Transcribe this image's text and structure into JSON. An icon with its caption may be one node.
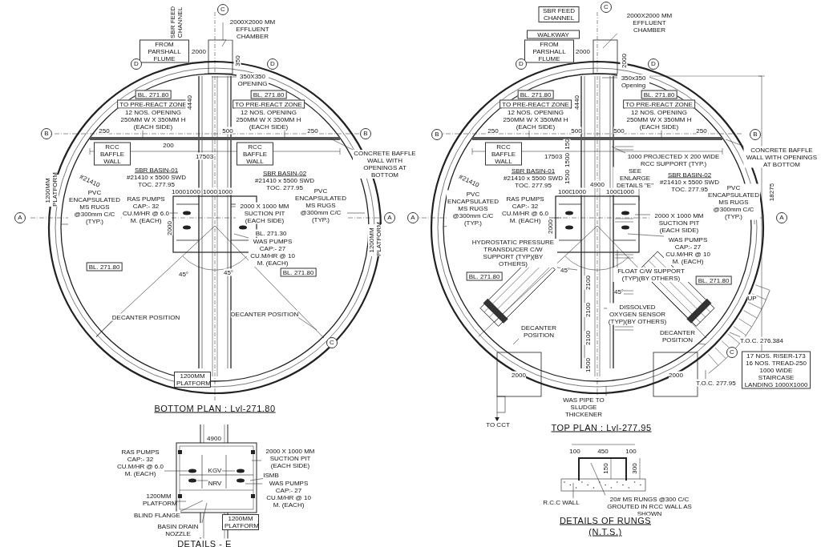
{
  "diagram": {
    "nodes": [
      {
        "text": [
          "2000X2000 MM EFFLUENT CHAMBER"
        ]
      },
      {
        "text": [
          "FROM PARSHALL FLUME"
        ]
      },
      {
        "text": [
          "350X350 OPENING"
        ]
      },
      {
        "text": [
          "BL. 271.80"
        ]
      },
      {
        "text": [
          "TO PRE-REACT ZONE"
        ]
      },
      {
        "text": [
          "12 NOS. OPENING 250MM W X 350MM H (EACH SIDE)"
        ]
      },
      {
        "text": [
          "BL. 271.80"
        ]
      },
      {
        "text": [
          "TO PRE-REACT ZONE"
        ]
      },
      {
        "text": [
          "12 NOS. OPENING 250MM W X 350MM H (EACH SIDE)"
        ]
      },
      {
        "text": [
          "RCC BAFFLE WALL"
        ]
      },
      {
        "text": [
          "RCC BAFFLE WALL"
        ]
      },
      {
        "text": [
          "CONCRETE BAFFLE WALL WITH OPENINGS AT BOTTOM"
        ]
      },
      {
        "text": [
          "PVC ENCAPSULATED MS RUGS @300mm C/C (TYP.)"
        ]
      },
      {
        "text": [
          "RAS PUMPS CAP:- 32 CU.M/HR @ 6.0 M. (EACH)"
        ]
      },
      {
        "text": [
          "PVC ENCAPSULATED MS RUGS @300mm C/C (TYP.)"
        ]
      },
      {
        "text": [
          "2000 X 1000 MM SUCTION PIT (EACH SIDE)"
        ]
      },
      {
        "text": [
          "WAS PUMPS CAP:- 27 CU.M/HR @ 10 M. (EACH)"
        ]
      },
      {
        "text": [
          "BL. 271.80"
        ]
      },
      {
        "text": [
          "BL. 271.80"
        ]
      },
      {
        "text": [
          "DECANTER POSITION"
        ]
      },
      {
        "text": [
          "DECANTER POSITION"
        ]
      },
      {
        "text": [
          "FROM PARSHALL FLUME"
        ]
      },
      {
        "text": [
          "2000X2000 MM EFFLUENT CHAMBER"
        ]
      },
      {
        "text": [
          "350x350 Opening"
        ]
      },
      {
        "text": [
          "BL. 271.80"
        ]
      },
      {
        "text": [
          "TO PRE-REACT ZONE"
        ]
      },
      {
        "text": [
          "12 NOS. OPENING 250MM W X 350MM H (EACH SIDE)"
        ]
      },
      {
        "text": [
          "BL. 271.80"
        ]
      },
      {
        "text": [
          "TO PRE-REACT ZONE"
        ]
      },
      {
        "text": [
          "12 NOS. OPENING 250MM W X 350MM H (EACH SIDE)"
        ]
      },
      {
        "text": [
          "CONCRETE BAFFLE WALL WITH OPENINGS AT BOTTOM"
        ]
      },
      {
        "text": [
          "1000 PROJECTED X 200 WIDE RCC SUPPORT (TYP.)"
        ]
      },
      {
        "text": [
          "SEE ENLARGE DETAILS \"E\""
        ]
      },
      {
        "text": [
          "PVC ENCAPSULATED MS RUGS @300mm C/C (TYP.)"
        ]
      },
      {
        "text": [
          "RAS PUMPS CAP:- 32 CU.M/HR @ 6.0 M. (EACH)"
        ]
      },
      {
        "text": [
          "PVC ENCAPSULATED MS RUGS @300mm C/C (TYP.)"
        ]
      },
      {
        "text": [
          "2000 X 1000 MM SUCTION PIT (EACH SIDE)"
        ]
      },
      {
        "text": [
          "WAS PUMPS CAP:- 27 CU.M/HR @ 10 M. (EACH)"
        ]
      },
      {
        "text": [
          "HYDROSTATIC PRESSURE TRANSDUCER C/W SUPPORT (TYP)(BY OTHERS)"
        ]
      },
      {
        "text": [
          "FLOAT C/W SUPPORT (TYP)(BY OTHERS)"
        ]
      },
      {
        "text": [
          "BL. 271.80"
        ]
      },
      {
        "text": [
          "BL. 271.80"
        ]
      },
      {
        "text": [
          "DISSOLVED OXYGEN SENSOR (TYP)(BY OTHERS)"
        ]
      },
      {
        "text": [
          "DECANTER POSITION"
        ]
      },
      {
        "text": [
          "DECANTER POSITION"
        ]
      },
      {
        "text": [
          "WAS PIPE TO SLUDGE THICKENER"
        ]
      },
      {
        "text": [
          "T.O.C. 276.384"
        ]
      },
      {
        "text": [
          "T.O.C. 277.95"
        ]
      },
      {
        "text": [
          "17 NOS. RISER-173 16 NOS. TREAD-250 1000 WIDE STAIRCASE LANDING 1000X1000"
        ]
      },
      {
        "text": [
          "TO CCT"
        ]
      },
      {
        "text": [
          "RAS PUMPS CAP:- 32 CU.M/HR @ 6.0 M. (EACH)"
        ]
      },
      {
        "text": [
          "2000 X 1000 MM SUCTION PIT (EACH SIDE)"
        ]
      },
      {
        "text": [
          "KGV"
        ]
      },
      {
        "text": [
          "NRV"
        ]
      },
      {
        "text": [
          "ISMB"
        ]
      },
      {
        "text": [
          "WAS PUMPS CAP:- 27 CU.M/HR @ 10 M. (EACH)"
        ]
      },
      {
        "text": [
          "1200MM PLATFORM"
        ]
      },
      {
        "text": [
          "BLIND FLANGE"
        ]
      },
      {
        "text": [
          "BASIN DRAIN NOZZLE"
        ]
      },
      {
        "text": [
          "R.C.C WALL"
        ]
      },
      {
        "text": [
          "20# MS RUNGS @300 C/C GROUTED IN RCC WALL AS SHOWN"
        ]
      },
      {
        "text": [
          "WALKWAY"
        ]
      },
      {
        "text": [
          "1200MM PLATFORM"
        ]
      },
      {
        "text": [
          "SBR FEED CHANNEL"
        ]
      },
      {
        "text": [
          "RCC BAFFLE WALL"
        ]
      },
      {
        "text": [
          "1200MM PLATFORM"
        ]
      }
    ],
    "edges": [
      {
        "from": 0,
        "to": null,
        "arrow": "none"
      },
      {
        "from": 2,
        "to": null,
        "arrow": "none"
      },
      {
        "from": 5,
        "to": null,
        "arrow": "none"
      },
      {
        "from": 8,
        "to": null,
        "arrow": "none"
      },
      {
        "from": 11,
        "to": null,
        "arrow": "none"
      },
      {
        "from": 12,
        "to": null,
        "arrow": "none"
      },
      {
        "from": 13,
        "to": null,
        "arrow": "none"
      },
      {
        "from": 14,
        "to": null,
        "arrow": "none"
      },
      {
        "from": 15,
        "to": null,
        "arrow": "none"
      },
      {
        "from": 16,
        "to": null,
        "arrow": "none"
      },
      {
        "from": 19,
        "to": null,
        "arrow": "none"
      },
      {
        "from": 20,
        "to": null,
        "arrow": "none"
      },
      {
        "from": 22,
        "to": null,
        "arrow": "none"
      },
      {
        "from": 23,
        "to": null,
        "arrow": "none"
      },
      {
        "from": 26,
        "to": null,
        "arrow": "none"
      },
      {
        "from": 29,
        "to": null,
        "arrow": "none"
      },
      {
        "from": 30,
        "to": null,
        "arrow": "none"
      },
      {
        "from": 31,
        "to": null,
        "arrow": "none"
      },
      {
        "from": 32,
        "to": null,
        "arrow": "none"
      },
      {
        "from": 33,
        "to": null,
        "arrow": "none"
      },
      {
        "from": 34,
        "to": null,
        "arrow": "none"
      },
      {
        "from": 35,
        "to": null,
        "arrow": "none"
      },
      {
        "from": 36,
        "to": null,
        "arrow": "none"
      },
      {
        "from": 37,
        "to": null,
        "arrow": "none"
      },
      {
        "from": 38,
        "to": null,
        "arrow": "none"
      },
      {
        "from": 39,
        "to": null,
        "arrow": "none"
      },
      {
        "from": 42,
        "to": null,
        "arrow": "none"
      },
      {
        "from": 43,
        "to": null,
        "arrow": "none"
      },
      {
        "from": 44,
        "to": null,
        "arrow": "none"
      },
      {
        "from": 45,
        "to": null,
        "arrow": "none"
      },
      {
        "from": 46,
        "to": null,
        "arrow": "none"
      },
      {
        "from": 47,
        "to": null,
        "arrow": "none"
      },
      {
        "from": null,
        "to": 49,
        "arrow": "to"
      },
      {
        "from": 50,
        "to": null,
        "arrow": "none"
      },
      {
        "from": 51,
        "to": null,
        "arrow": "none"
      },
      {
        "from": 52,
        "to": null,
        "arrow": "none"
      },
      {
        "from": 53,
        "to": null,
        "arrow": "none"
      },
      {
        "from": 54,
        "to": null,
        "arrow": "none"
      },
      {
        "from": 55,
        "to": null,
        "arrow": "none"
      },
      {
        "from": 56,
        "to": null,
        "arrow": "none"
      },
      {
        "from": 57,
        "to": null,
        "arrow": "none"
      },
      {
        "from": 58,
        "to": null,
        "arrow": "none"
      },
      {
        "from": 59,
        "to": null,
        "arrow": "none"
      },
      {
        "from": 60,
        "to": null,
        "arrow": "none"
      }
    ],
    "labels": [
      "SBR FEED CHANNEL",
      "C",
      "2000",
      "D",
      "D",
      "350",
      "4440",
      "B",
      "250",
      "200",
      "500",
      "250",
      "B",
      "17503",
      "SBR BASIN-01",
      "#21410 x 5500 SWD",
      "TOC. 277.95",
      "#21410",
      "SBR BASIN-02",
      "#21410 x 5500 SWD",
      "TOC. 277.95",
      "1200MM PLATFORM",
      "1000",
      "1000",
      "1000",
      "1000",
      "2000",
      "A",
      "A",
      "BL. 271.30",
      "1200MM PLATFORM",
      "45°",
      "45°",
      "C",
      "BOTTOM PLAN : Lvl-271.80",
      "C",
      "2000",
      "D",
      "D",
      "2000",
      "4440",
      "B",
      "250",
      "500",
      "500",
      "250",
      "B",
      "17503",
      "150",
      "1500",
      "1500",
      "SBR BASIN-01",
      "#21410 x 5500 SWD",
      "TOC. 277.95",
      "#21410",
      "SBR BASIN-02",
      "#21410 x 5500 SWD",
      "TOC. 277.95",
      "4900",
      "1000",
      "1000",
      "1000",
      "1000",
      "18275",
      "A",
      "A",
      "2000",
      "45°",
      "45°",
      "2100",
      "2100",
      "2100",
      "1500",
      "UP",
      "C",
      "2000",
      "2000",
      "TOP PLAN : Lvl-277.95",
      "4900",
      "DETAILS - E",
      "100",
      "450",
      "100",
      "150",
      "300",
      "DETAILS OF RUNGS",
      "(N.T.S.)"
    ]
  }
}
